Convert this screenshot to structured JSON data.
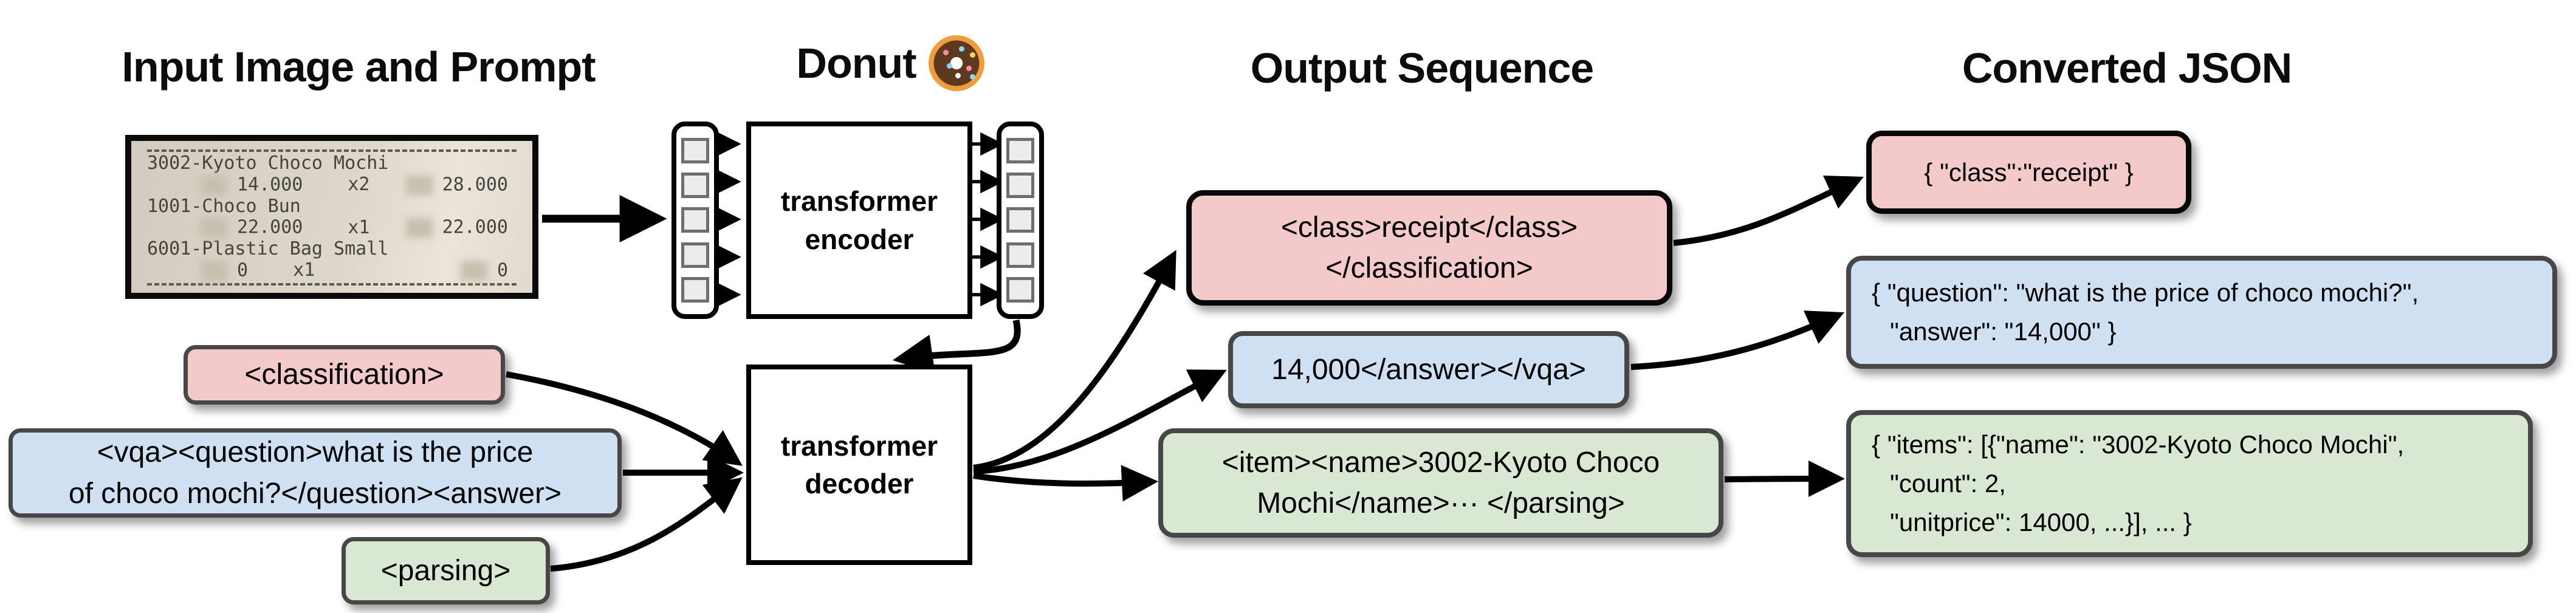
{
  "titles": {
    "input": "Input Image and Prompt",
    "model": "Donut",
    "model_icon": "donut-emoji",
    "output": "Output Sequence",
    "json": "Converted JSON"
  },
  "receipt": {
    "rows": [
      {
        "name": "3002-Kyoto Choco Mochi",
        "price": "14.000",
        "qty": "x2",
        "total": "28.000"
      },
      {
        "name": "1001-Choco Bun",
        "price": "22.000",
        "qty": "x1",
        "total": "22.000"
      },
      {
        "name": "6001-Plastic Bag Small",
        "price": "0",
        "qty": "x1",
        "total": "0"
      }
    ]
  },
  "encoder": {
    "line1": "transformer",
    "line2": "encoder"
  },
  "decoder": {
    "line1": "transformer",
    "line2": "decoder"
  },
  "prompts": {
    "classification": {
      "text": "<classification>"
    },
    "vqa": {
      "line1": "<vqa><question>what is the price",
      "line2": "of choco mochi?</question><answer>"
    },
    "parsing": {
      "text": "<parsing>"
    }
  },
  "outputs": {
    "classification": {
      "line1": "<class>receipt</class>",
      "line2": "</classification>"
    },
    "vqa": {
      "line1": "14,000</answer></vqa>"
    },
    "parsing": {
      "line1": "<item><name>3002-Kyoto Choco",
      "line2": "Mochi</name>··· </parsing>"
    }
  },
  "json_outputs": {
    "classification": {
      "line1": "{ \"class\":\"receipt\" }"
    },
    "vqa": {
      "line1": "{ \"question\": \"what is the price of choco mochi?\",",
      "line2": "\"answer\": \"14,000\" }"
    },
    "parsing": {
      "line1": "{ \"items\": [{\"name\": \"3002-Kyoto Choco Mochi\",",
      "line2": "\"count\": 2,",
      "line3": "\"unitprice\": 14000, ...}], ... }"
    }
  },
  "colors": {
    "classification_fill": "#f4c9c9",
    "vqa_fill": "#cfe0f2",
    "parsing_fill": "#d9e8d2",
    "border_dark": "#474747",
    "border_black": "#000000"
  }
}
